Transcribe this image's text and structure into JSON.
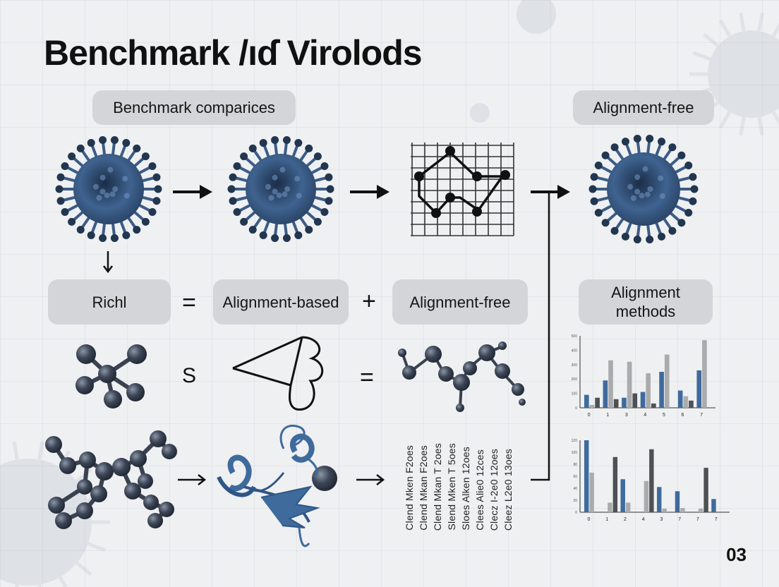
{
  "header": {
    "title": "Benchmark /ıɗ Virolods",
    "page_number": "03"
  },
  "pills": {
    "benchmark": "Benchmark comparices",
    "alignment_free_top": "Alignment-free",
    "richl": "Richl",
    "alignment_based": "Alignment-based",
    "alignment_free_mid": "Alignment-free",
    "alignment_methods_line1": "Alignment",
    "alignment_methods_line2": "methods"
  },
  "symbols": {
    "equals_1": "=",
    "plus": "+",
    "s_letter": "S",
    "equals_2": "="
  },
  "sequence_labels": [
    "Clend Mken F2oes",
    "Clend Mkan F2oes",
    "Clend Mkan T 2oes",
    "Slend Mken T 5oes",
    "Sloes Alken 12oes",
    "Clees Alie0 12ces",
    "Clecz I-2e0 12oes",
    "Cleez L2e0 13oes"
  ],
  "colors": {
    "blue": "#3f6a9c",
    "gray": "#a9abad",
    "dark": "#4e5154",
    "virus": "#2f4c73"
  },
  "chart_data": [
    {
      "type": "bar",
      "categories": [
        "0",
        "1",
        "3",
        "4",
        "5",
        "6",
        "7"
      ],
      "series": [
        {
          "values": [
            90,
            190,
            70,
            110,
            250,
            120,
            260
          ]
        },
        {
          "values": [
            20,
            330,
            320,
            240,
            370,
            80,
            470
          ]
        },
        {
          "values": [
            70,
            60,
            100,
            30,
            0,
            50,
            0
          ]
        }
      ],
      "ylim": [
        0,
        500
      ],
      "yticks": [
        "0",
        "100",
        "200",
        "300",
        "400",
        "500"
      ]
    },
    {
      "type": "bar",
      "categories": [
        "0",
        "1",
        "2",
        "4",
        "3",
        "7",
        "7",
        "7"
      ],
      "series": [
        {
          "values": [
            120,
            0,
            55,
            0,
            42,
            35,
            0,
            22
          ]
        },
        {
          "values": [
            66,
            16,
            16,
            52,
            6,
            7,
            6,
            0
          ]
        },
        {
          "values": [
            0,
            92,
            0,
            105,
            0,
            0,
            74,
            0
          ]
        }
      ],
      "ylim": [
        0,
        120
      ],
      "yticks": [
        "0",
        "20",
        "40",
        "60",
        "80",
        "100",
        "120"
      ]
    }
  ]
}
